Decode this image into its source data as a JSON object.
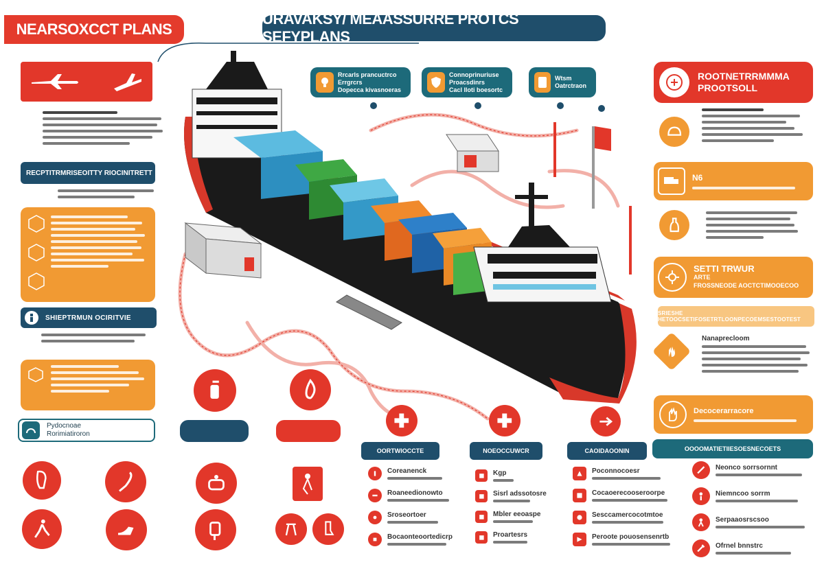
{
  "header": {
    "left_title": "NEARSOXCCT PLANS",
    "main_title": "URAVAKSY/ MEAASSURRE PROTCS SEFYPLANS"
  },
  "top_badges": [
    {
      "line1": "Rrcarls prancuctrco",
      "line2": "Errgrcrs",
      "line3": "Dopecca kivasnoeras",
      "icon": "bulb-icon"
    },
    {
      "line1": "Connoprinuriuse",
      "line2": "Proacsdinrs",
      "line3": "Cacl lloti boesortc",
      "icon": "shield-icon"
    },
    {
      "line1": "Wtsm",
      "line2": "Oatrctraon",
      "icon": "document-icon"
    }
  ],
  "left_panel": {
    "section1_heading": "RECPTITRMRISEOITTY RIOCINITRETT",
    "section2_heading": "SHIEPTRMUN OCIRITVIE",
    "section3_label_line1": "Pydocnoae",
    "section3_label_line2": "Rorimiatiroron"
  },
  "right_panel": {
    "top_heading_line1": "ROOTNETRRMMMA",
    "top_heading_line2": "PROOTSOLL",
    "nb_label": "N6",
    "settings_line1": "SETTI TRWUR",
    "settings_line2": "ARTE",
    "settings_line3": "FROSSNEODE AOCTCTIMOOECOO",
    "band_text": "SRIESHE HETOOCSETIFOSETRTLOONPECOEMSESTOOTEST",
    "sub_heading": "Nanaprecloom",
    "bottom_orange": "Decocerarracore"
  },
  "bottom_tabs": [
    {
      "label": "OORTWIOCCTE",
      "color": "#1f4e6b"
    },
    {
      "label": "NOEOCCUWCR",
      "color": "#1f4e6b"
    },
    {
      "label": "CAOIDAOONIN",
      "color": "#1f4e6b"
    },
    {
      "label": "OOOOMATIETIIESOESNECOETS",
      "color": "#1f4e6b"
    }
  ],
  "bottom_lists": [
    [
      "Coreanenck",
      "Roaneedionowto",
      "Sroseortoer",
      "Bocaonteoortedicrp"
    ],
    [
      "Kgp",
      "Sisrl adssotosre",
      "Mbler eeoaspe",
      "Proartesrs"
    ],
    [
      "Poconnocoesr",
      "Cocaoerecooseroorpe",
      "Sesccamercocotmtoe",
      "Peroote pouosensenrtb"
    ],
    [
      "Neonco sorrsornnt",
      "Niemncoo sorrm",
      "Serpaaosrscsoo",
      "Ofrnel bnnstrc"
    ]
  ],
  "colors": {
    "red": "#e2372a",
    "orange": "#f19a33",
    "navy": "#1f4e6b",
    "teal": "#1d6a7a",
    "hull": "#1a1a1a",
    "hull_red": "#d8382a"
  }
}
